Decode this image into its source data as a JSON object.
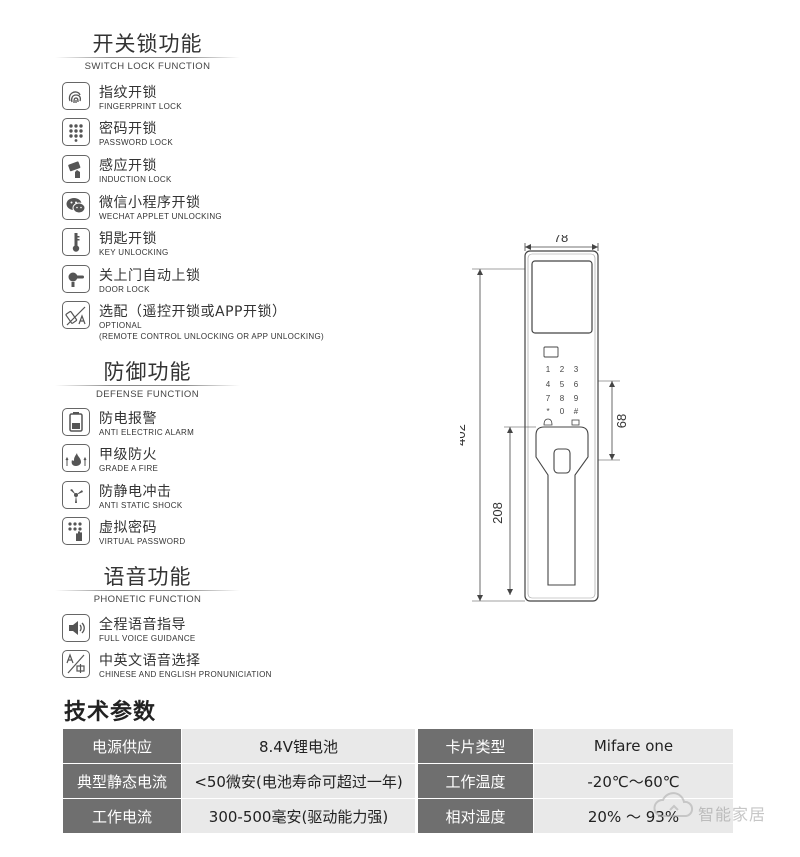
{
  "sections": {
    "switch": {
      "title": "开关锁功能",
      "subtitle": "SWITCH LOCK FUNCTION"
    },
    "defense": {
      "title": "防御功能",
      "subtitle": "DEFENSE FUNCTION"
    },
    "phonetic": {
      "title": "语音功能",
      "subtitle": "PHONETIC FUNCTION"
    }
  },
  "features": {
    "fingerprint": {
      "cn": "指纹开锁",
      "en": "FINGERPRINT LOCK",
      "icon": "fingerprint-icon"
    },
    "password": {
      "cn": "密码开锁",
      "en": "PASSWORD LOCK",
      "icon": "keypad-icon"
    },
    "induction": {
      "cn": "感应开锁",
      "en": "INDUCTION LOCK",
      "icon": "card-tap-icon"
    },
    "wechat": {
      "cn": "微信小程序开锁",
      "en": "WECHAT APPLET UNLOCKING",
      "icon": "wechat-icon"
    },
    "key": {
      "cn": "钥匙开锁",
      "en": "KEY UNLOCKING",
      "icon": "key-icon"
    },
    "door": {
      "cn": "关上门自动上锁",
      "en": "DOOR LOCK",
      "icon": "door-handle-icon"
    },
    "optional": {
      "cn": "选配（遥控开锁或APP开锁）",
      "en": "OPTIONAL",
      "en2": "(REMOTE CONTROL UNLOCKING OR APP UNLOCKING)",
      "icon": "remote-icon"
    },
    "alarm": {
      "cn": "防电报警",
      "en": "ANTI ELECTRIC ALARM",
      "icon": "battery-icon"
    },
    "fire": {
      "cn": "甲级防火",
      "en": "GRADE A FIRE",
      "icon": "fire-icon"
    },
    "static": {
      "cn": "防静电冲击",
      "en": "ANTI STATIC SHOCK",
      "icon": "static-icon"
    },
    "virtual": {
      "cn": "虚拟密码",
      "en": "VIRTUAL PASSWORD",
      "icon": "keypad-touch-icon"
    },
    "voice": {
      "cn": "全程语音指导",
      "en": "FULL VOICE GUIDANCE",
      "icon": "speaker-icon"
    },
    "language": {
      "cn": "中英文语音选择",
      "en": "CHINESE AND ENGLISH PRONUNICIATION",
      "icon": "language-icon"
    }
  },
  "diagram": {
    "width_label": "78",
    "height_label": "402",
    "handle_label": "208",
    "keypad_label": "68",
    "keys": [
      "1",
      "2",
      "3",
      "4",
      "5",
      "6",
      "7",
      "8",
      "9",
      "*",
      "0",
      "#"
    ]
  },
  "specs": {
    "heading": "技术参数",
    "rows": [
      {
        "k1": "电源供应",
        "v1": "8.4V锂电池",
        "k2": "卡片类型",
        "v2": "Mifare one"
      },
      {
        "k1": "典型静态电流",
        "v1": "<50微安(电池寿命可超过一年)",
        "k2": "工作温度",
        "v2": "-20℃～60℃"
      },
      {
        "k1": "工作电流",
        "v1": "300-500毫安(驱动能力强)",
        "k2": "相对湿度",
        "v2": "20% ～ 93%"
      }
    ]
  },
  "watermark": {
    "text": "智能家居"
  }
}
